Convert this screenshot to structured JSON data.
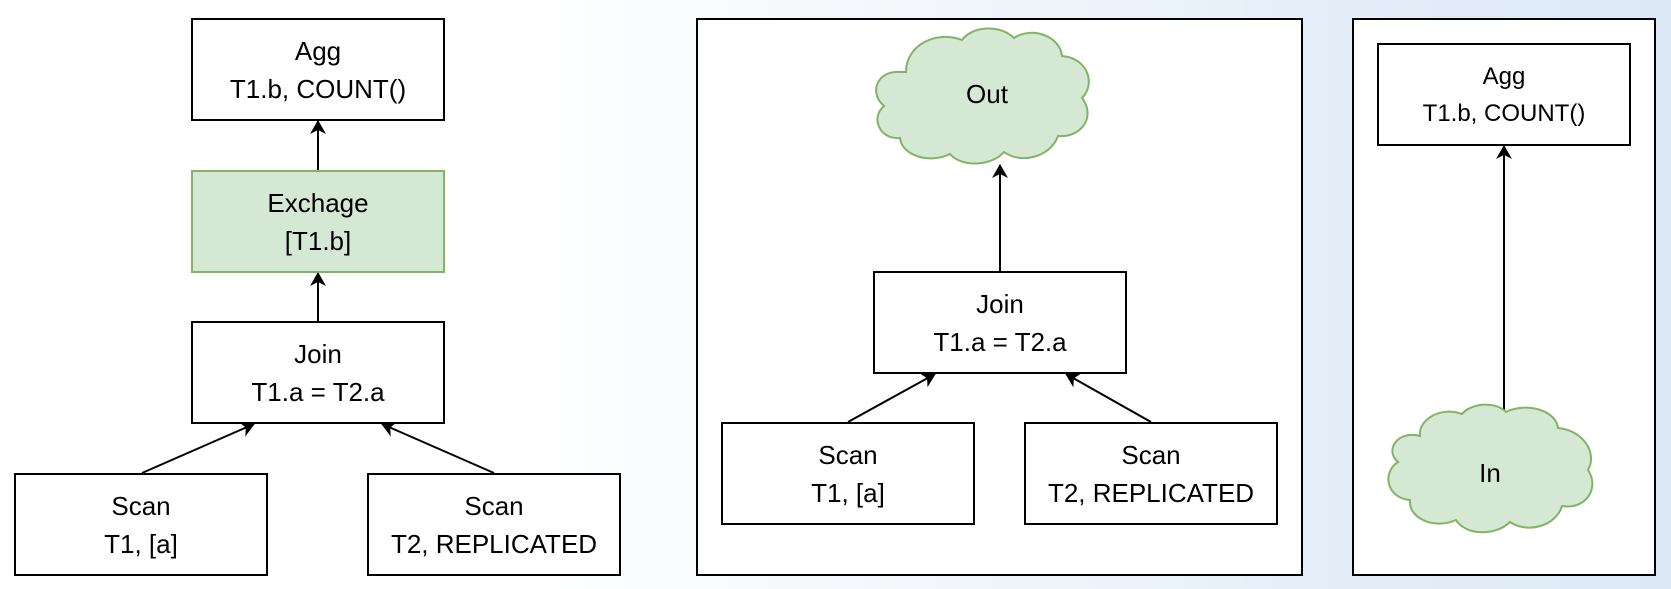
{
  "colors": {
    "node_fill": "#ffffff",
    "node_stroke": "#000000",
    "exchange_fill": "#d5e8d4",
    "exchange_stroke": "#82b366",
    "cloud_fill": "#d5e8d4",
    "cloud_stroke": "#82b366",
    "edge": "#000000"
  },
  "left_plan": {
    "agg": {
      "line1": "Agg",
      "line2": "T1.b, COUNT()"
    },
    "exchange": {
      "line1": "Exchage",
      "line2": "[T1.b]"
    },
    "join": {
      "line1": "Join",
      "line2": "T1.a = T2.a"
    },
    "scan_t1": {
      "line1": "Scan",
      "line2": "T1, [a]"
    },
    "scan_t2": {
      "line1": "Scan",
      "line2": "T2, REPLICATED"
    }
  },
  "fragment_1": {
    "out": {
      "label": "Out"
    },
    "join": {
      "line1": "Join",
      "line2": "T1.a = T2.a"
    },
    "scan_t1": {
      "line1": "Scan",
      "line2": "T1, [a]"
    },
    "scan_t2": {
      "line1": "Scan",
      "line2": "T2, REPLICATED"
    }
  },
  "fragment_2": {
    "agg": {
      "line1": "Agg",
      "line2": "T1.b, COUNT()"
    },
    "in": {
      "label": "In"
    }
  }
}
